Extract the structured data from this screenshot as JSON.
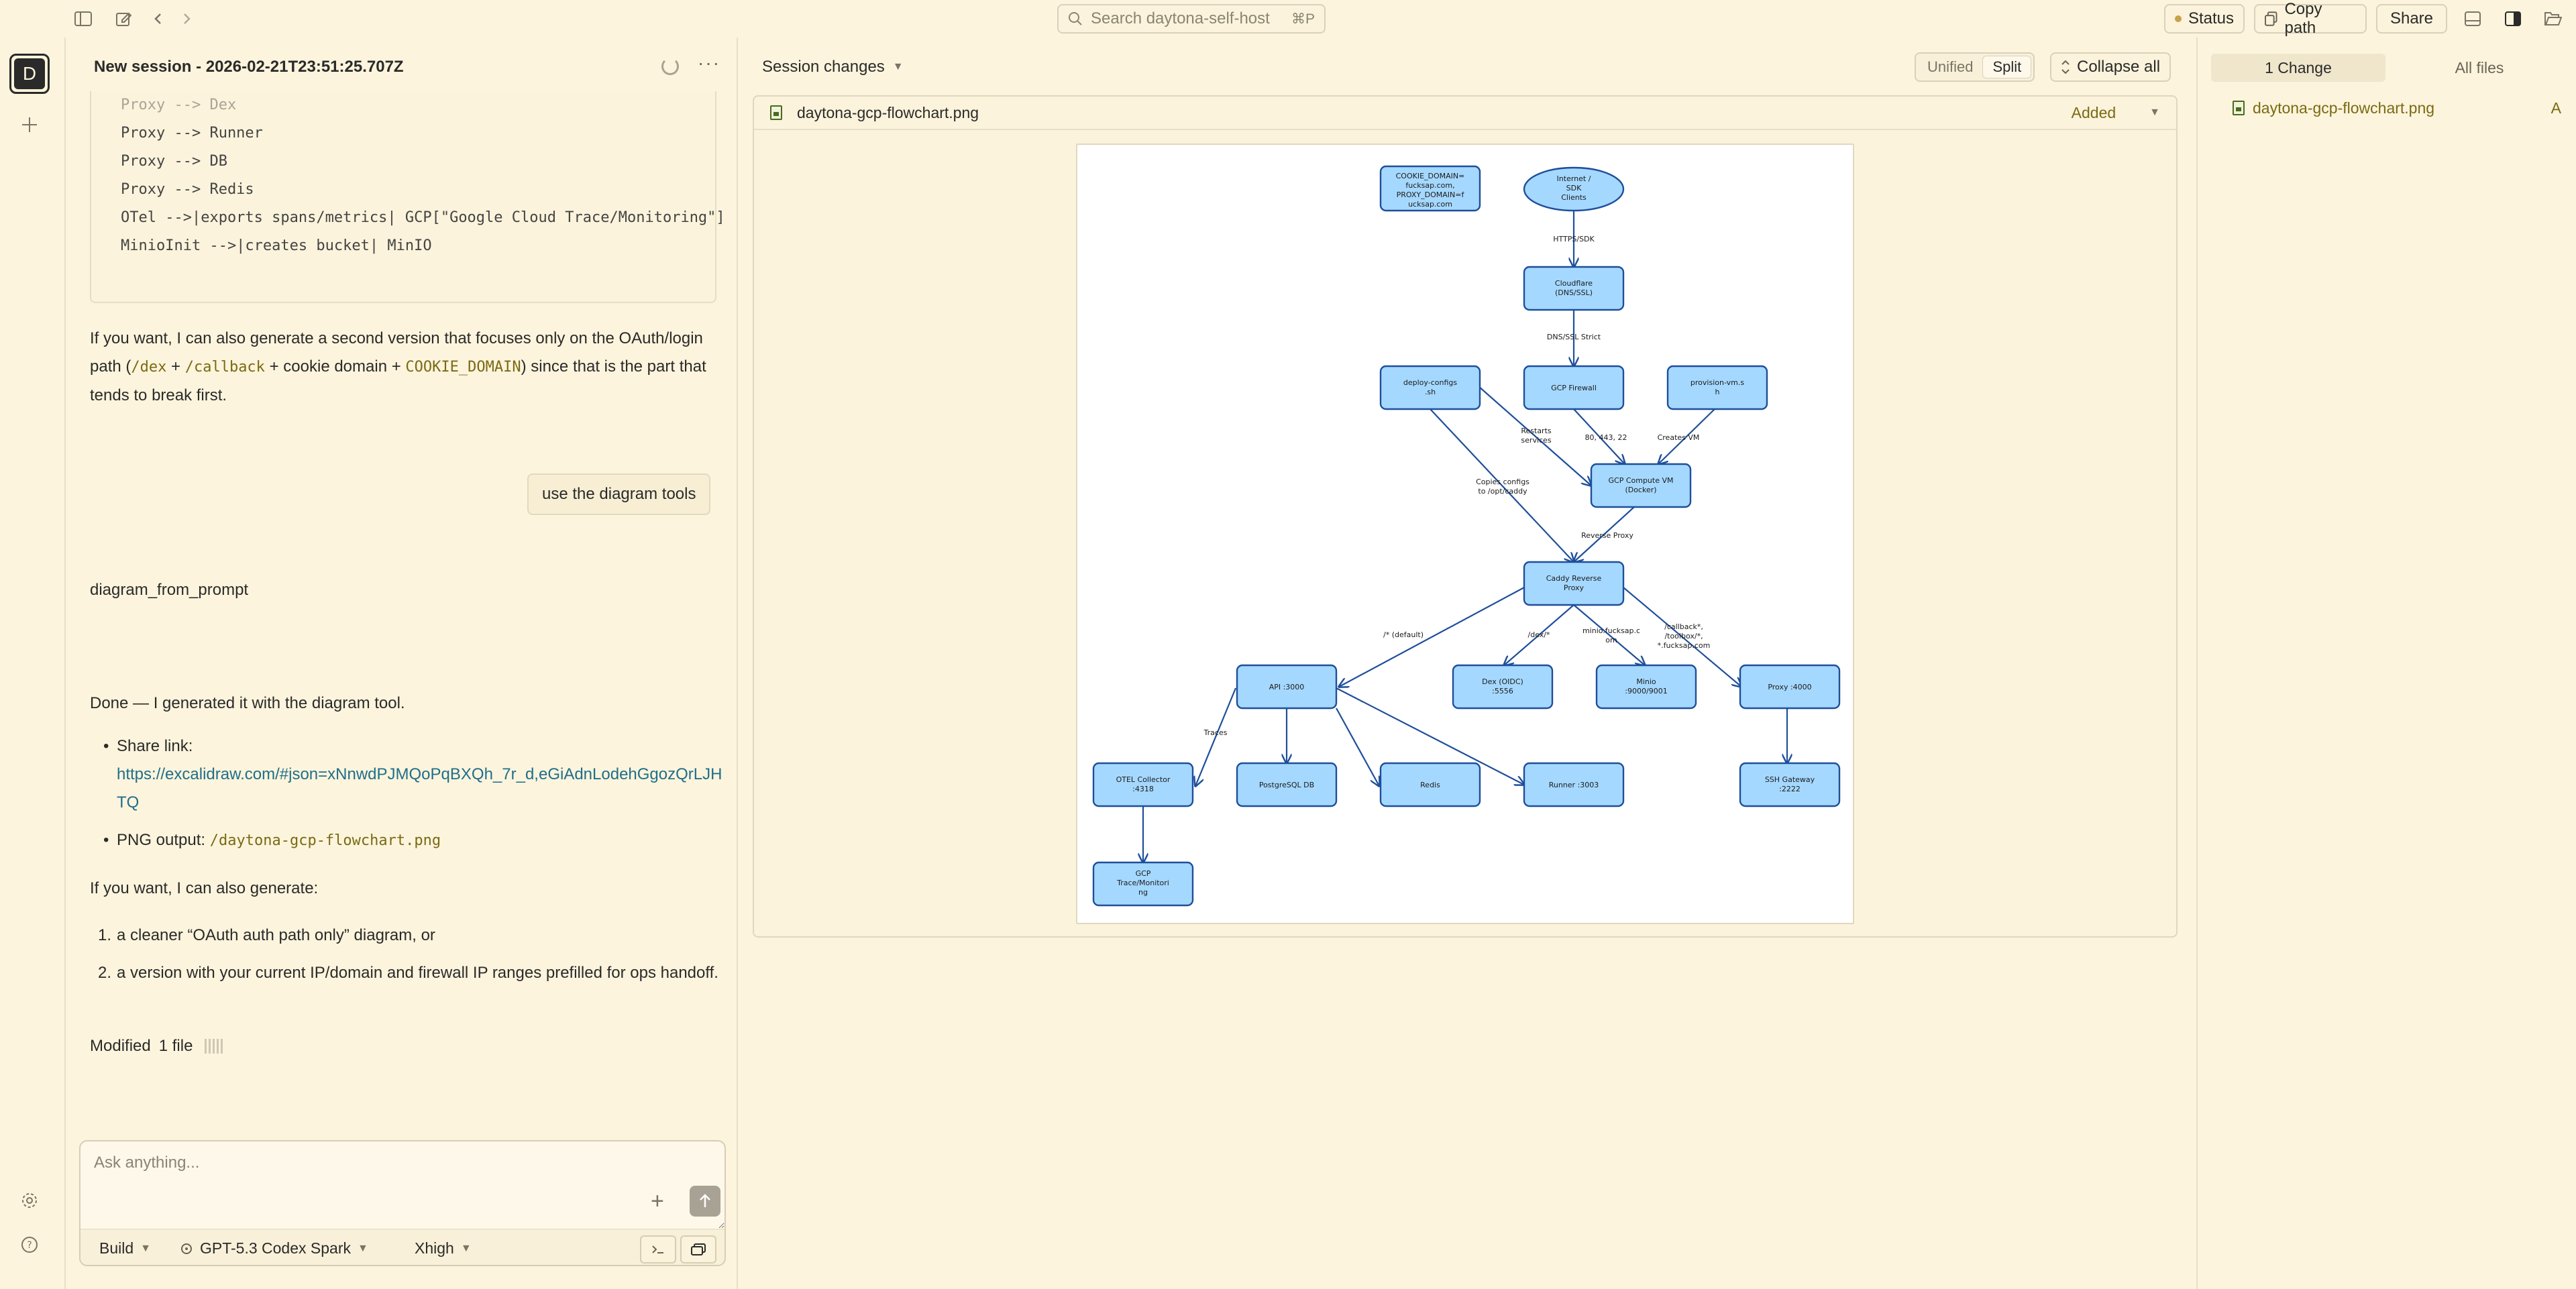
{
  "topbar": {
    "search_placeholder": "Search daytona-self-host",
    "search_shortcut": "⌘P",
    "status_label": "Status",
    "copy_path_label": "Copy path",
    "share_label": "Share"
  },
  "rail": {
    "avatar_letter": "D"
  },
  "chat": {
    "session_title": "New session - 2026-02-21T23:51:25.707Z",
    "code_lines": [
      "Proxy --> Dex",
      "Proxy --> Runner",
      "Proxy --> DB",
      "Proxy --> Redis",
      "OTel -->|exports spans/metrics| GCP[\"Google Cloud Trace/Monitoring\"]",
      "MinioInit -->|creates bucket| MinIO"
    ],
    "para1": {
      "t1": "If you want, I can also generate a second version that focuses only on the OAuth/login path (",
      "c1": "/dex",
      "t2": " + ",
      "c2": "/callback",
      "t3": " + cookie domain + ",
      "c3": "COOKIE_DOMAIN",
      "t4": ") since that is the part that tends to break first."
    },
    "user_message": "use the diagram tools",
    "tool_name": "diagram_from_prompt",
    "done_text": "Done — I generated it with the diagram tool.",
    "share_label": "Share link:",
    "share_url": "https://excalidraw.com/#json=xNnwdPJMQoPqBXQh_7r_d,eGiAdnLodehGgozQrLJHTQ",
    "png_label": "PNG output:",
    "png_path": "/daytona-gcp-flowchart.png",
    "also_text": "If you want, I can also generate:",
    "options": [
      "a cleaner “OAuth auth path only” diagram, or",
      "a version with your current IP/domain and firewall IP ranges prefilled for ops handoff."
    ],
    "modified_label": "Modified",
    "modified_count": "1 file"
  },
  "composer": {
    "placeholder": "Ask anything...",
    "mode": "Build",
    "model": "GPT-5.3 Codex Spark",
    "effort": "Xhigh"
  },
  "changes": {
    "title": "Session changes",
    "view_unified": "Unified",
    "view_split": "Split",
    "collapse_all": "Collapse all",
    "file_name": "daytona-gcp-flowchart.png",
    "file_status": "Added"
  },
  "diagram": {
    "nodes": {
      "cookie": [
        "COOKIE_DOMAIN=",
        "fucksap.com,",
        "PROXY_DOMAIN=f",
        "ucksap.com"
      ],
      "clients": [
        "Internet /",
        "SDK",
        "Clients"
      ],
      "cloudflare": [
        "Cloudflare",
        "(DNS/SSL)"
      ],
      "deploy": [
        "deploy-configs",
        ".sh"
      ],
      "firewall": [
        "GCP Firewall"
      ],
      "provision": [
        "provision-vm.s",
        "h"
      ],
      "vm": [
        "GCP Compute VM",
        "(Docker)"
      ],
      "caddy": [
        "Caddy Reverse",
        "Proxy"
      ],
      "api": [
        "API :3000"
      ],
      "dex": [
        "Dex (OIDC)",
        ":5556"
      ],
      "minio": [
        "Minio",
        ":9000/9001"
      ],
      "proxy": [
        "Proxy :4000"
      ],
      "otel": [
        "OTEL Collector",
        ":4318"
      ],
      "postgres": [
        "PostgreSQL DB"
      ],
      "redis": [
        "Redis"
      ],
      "runner": [
        "Runner :3003"
      ],
      "ssh": [
        "SSH Gateway",
        ":2222"
      ],
      "gcp": [
        "GCP",
        "Trace/Monitori",
        "ng"
      ]
    },
    "edge_labels": {
      "https": "HTTPS/SDK",
      "dnsssl": "DNS/SSL Strict",
      "restarts": [
        "Restarts",
        "services"
      ],
      "ports": "80, 443, 22",
      "creates": "Creates VM",
      "copies": [
        "Copies configs",
        "to /opt/caddy"
      ],
      "reverse": "Reverse Proxy",
      "default": "/* (default)",
      "dexpath": "/dex/*",
      "miniohost": [
        "minio.fucksap.c",
        "om"
      ],
      "callback": [
        "/callback*,",
        "/toolbox/*,",
        "*.fucksap.com"
      ],
      "traces": "Traces"
    }
  },
  "right": {
    "tab_changes": "1 Change",
    "tab_all": "All files",
    "file_name": "daytona-gcp-flowchart.png",
    "file_status": "A"
  }
}
